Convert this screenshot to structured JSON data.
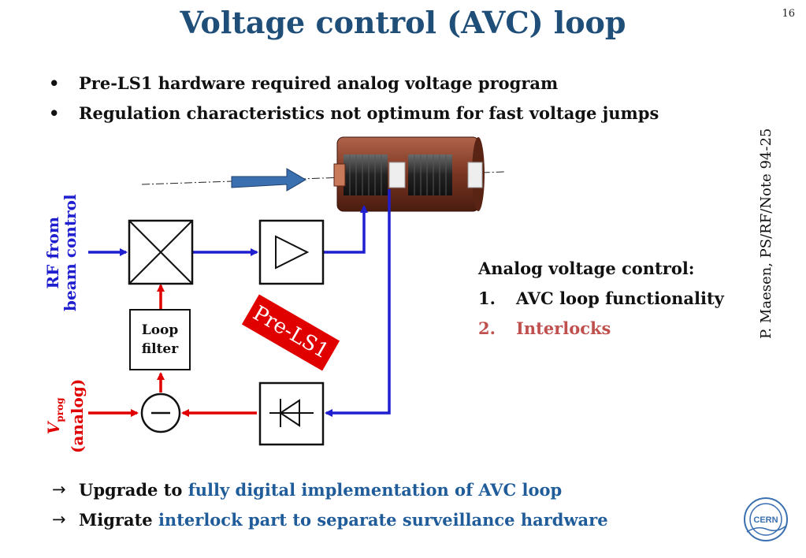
{
  "title": "Voltage control (AVC) loop",
  "page_number": "16",
  "bullets": [
    "Pre-LS1 hardware required analog voltage program",
    "Regulation characteristics not optimum for fast voltage jumps"
  ],
  "bullet_marker": "•",
  "diagram": {
    "rf_label_line1": "RF from",
    "rf_label_line2": "beam control",
    "vprog_main": "V",
    "vprog_sub": "prog",
    "vprog_line2": "(analog)",
    "loop_filter_line1": "Loop",
    "loop_filter_line2": "filter",
    "badge": "Pre-LS1"
  },
  "analog_control": {
    "heading": "Analog voltage control:",
    "items": [
      {
        "num": "1.",
        "text": "AVC loop functionality"
      },
      {
        "num": "2.",
        "text": "Interlocks"
      }
    ]
  },
  "side_reference": "P. Maesen, PS/RF/Note 94-25",
  "bottom": {
    "arrow": "→",
    "line1_black": "Upgrade to ",
    "line1_blue": "fully digital implementation of AVC loop",
    "line2_black": "Migrate ",
    "line2_blue": "interlock part to separate surveillance hardware"
  },
  "logo_text": "CERN",
  "colors": {
    "title": "#1f4e79",
    "rf_path": "#1f1fd0",
    "program_path": "#e00000",
    "interlocks": "#c0504d",
    "bottom_highlight": "#1f5c99",
    "cavity": "#7a3522"
  }
}
